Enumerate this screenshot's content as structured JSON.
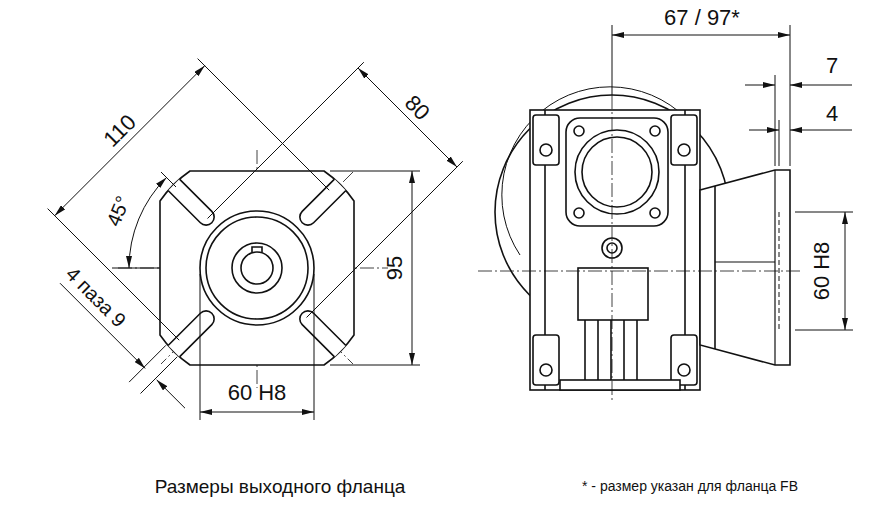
{
  "diagram": {
    "caption": "Размеры выходного фланца",
    "labels": [
      "110",
      "80",
      "45°",
      "4 паза 9",
      "95",
      "60 H8",
      "67 / 97*",
      "7",
      "4",
      "60 H8",
      "* - размер указан для фланца FB"
    ]
  }
}
